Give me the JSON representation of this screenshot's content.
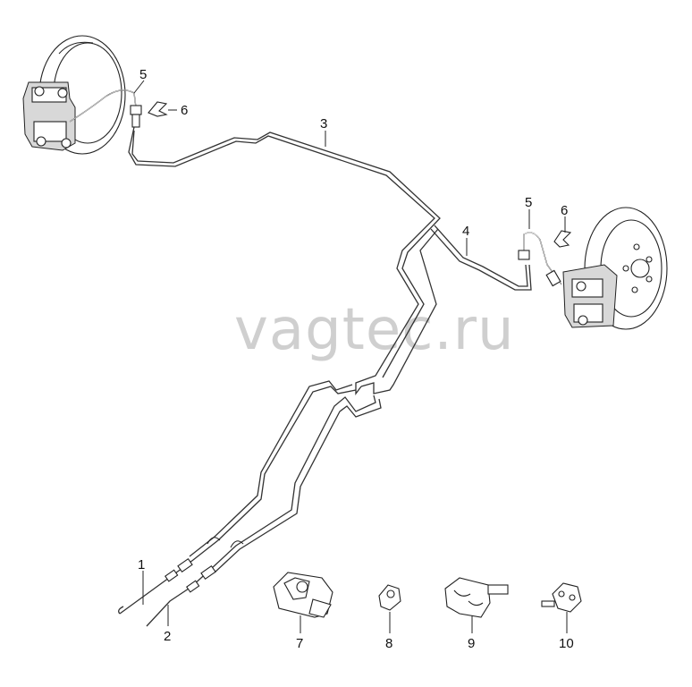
{
  "watermark": "vagtec.ru",
  "callouts": {
    "c1": "1",
    "c2": "2",
    "c3": "3",
    "c4": "4",
    "c5_left": "5",
    "c5_right": "5",
    "c6_left": "6",
    "c6_right": "6",
    "c7": "7",
    "c8": "8",
    "c9": "9",
    "c10": "10"
  }
}
